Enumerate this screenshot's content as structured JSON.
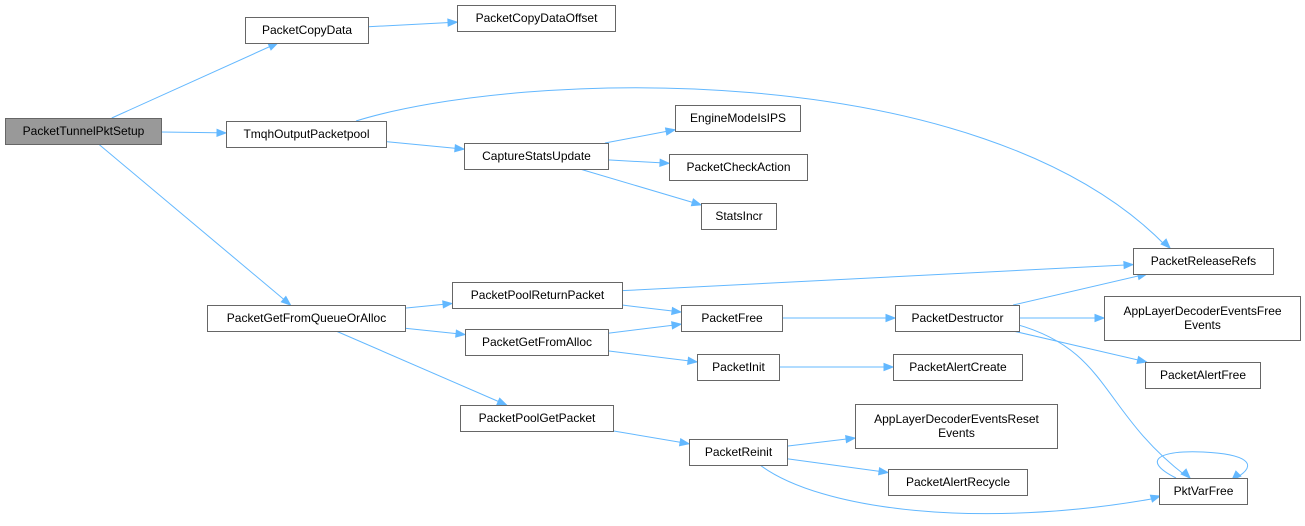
{
  "nodes": [
    {
      "id": "PacketTunnelPktSetup",
      "lines": [
        "PacketTunnelPktSetup"
      ],
      "root": true
    },
    {
      "id": "PacketCopyData",
      "lines": [
        "PacketCopyData"
      ]
    },
    {
      "id": "PacketCopyDataOffset",
      "lines": [
        "PacketCopyDataOffset"
      ]
    },
    {
      "id": "TmqhOutputPacketpool",
      "lines": [
        "TmqhOutputPacketpool"
      ]
    },
    {
      "id": "CaptureStatsUpdate",
      "lines": [
        "CaptureStatsUpdate"
      ]
    },
    {
      "id": "EngineModeIsIPS",
      "lines": [
        "EngineModeIsIPS"
      ]
    },
    {
      "id": "PacketCheckAction",
      "lines": [
        "PacketCheckAction"
      ]
    },
    {
      "id": "StatsIncr",
      "lines": [
        "StatsIncr"
      ]
    },
    {
      "id": "PacketReleaseRefs",
      "lines": [
        "PacketReleaseRefs"
      ]
    },
    {
      "id": "PacketGetFromQueueOrAlloc",
      "lines": [
        "PacketGetFromQueueOrAlloc"
      ]
    },
    {
      "id": "PacketPoolReturnPacket",
      "lines": [
        "PacketPoolReturnPacket"
      ]
    },
    {
      "id": "PacketFree",
      "lines": [
        "PacketFree"
      ]
    },
    {
      "id": "PacketDestructor",
      "lines": [
        "PacketDestructor"
      ]
    },
    {
      "id": "AppLayerDecoderEventsFreeEvents",
      "lines": [
        "AppLayerDecoderEventsFree",
        "Events"
      ]
    },
    {
      "id": "PacketAlertFree",
      "lines": [
        "PacketAlertFree"
      ]
    },
    {
      "id": "PacketGetFromAlloc",
      "lines": [
        "PacketGetFromAlloc"
      ]
    },
    {
      "id": "PacketInit",
      "lines": [
        "PacketInit"
      ]
    },
    {
      "id": "PacketAlertCreate",
      "lines": [
        "PacketAlertCreate"
      ]
    },
    {
      "id": "PacketPoolGetPacket",
      "lines": [
        "PacketPoolGetPacket"
      ]
    },
    {
      "id": "PacketReinit",
      "lines": [
        "PacketReinit"
      ]
    },
    {
      "id": "AppLayerDecoderEventsResetEvents",
      "lines": [
        "AppLayerDecoderEventsReset",
        "Events"
      ]
    },
    {
      "id": "PacketAlertRecycle",
      "lines": [
        "PacketAlertRecycle"
      ]
    },
    {
      "id": "PktVarFree",
      "lines": [
        "PktVarFree"
      ]
    }
  ],
  "edges": [
    [
      "PacketTunnelPktSetup",
      "PacketCopyData"
    ],
    [
      "PacketCopyData",
      "PacketCopyDataOffset"
    ],
    [
      "PacketTunnelPktSetup",
      "TmqhOutputPacketpool"
    ],
    [
      "TmqhOutputPacketpool",
      "CaptureStatsUpdate"
    ],
    [
      "CaptureStatsUpdate",
      "EngineModeIsIPS"
    ],
    [
      "CaptureStatsUpdate",
      "PacketCheckAction"
    ],
    [
      "CaptureStatsUpdate",
      "StatsIncr"
    ],
    [
      "TmqhOutputPacketpool",
      "PacketReleaseRefs"
    ],
    [
      "PacketTunnelPktSetup",
      "PacketGetFromQueueOrAlloc"
    ],
    [
      "PacketGetFromQueueOrAlloc",
      "PacketPoolReturnPacket"
    ],
    [
      "PacketPoolReturnPacket",
      "PacketReleaseRefs"
    ],
    [
      "PacketPoolReturnPacket",
      "PacketFree"
    ],
    [
      "PacketGetFromQueueOrAlloc",
      "PacketGetFromAlloc"
    ],
    [
      "PacketGetFromAlloc",
      "PacketFree"
    ],
    [
      "PacketGetFromAlloc",
      "PacketInit"
    ],
    [
      "PacketFree",
      "PacketDestructor"
    ],
    [
      "PacketDestructor",
      "PacketReleaseRefs"
    ],
    [
      "PacketDestructor",
      "AppLayerDecoderEventsFreeEvents"
    ],
    [
      "PacketDestructor",
      "PacketAlertFree"
    ],
    [
      "PacketDestructor",
      "PktVarFree"
    ],
    [
      "PacketInit",
      "PacketAlertCreate"
    ],
    [
      "PacketGetFromQueueOrAlloc",
      "PacketPoolGetPacket"
    ],
    [
      "PacketPoolGetPacket",
      "PacketReinit"
    ],
    [
      "PacketReinit",
      "AppLayerDecoderEventsResetEvents"
    ],
    [
      "PacketReinit",
      "PacketAlertRecycle"
    ],
    [
      "PacketReinit",
      "PktVarFree"
    ],
    [
      "PktVarFree",
      "PktVarFree"
    ]
  ],
  "colors": {
    "edge": "#63b8ff",
    "node_border": "#666666",
    "root_fill": "#999999",
    "node_fill": "#ffffff"
  }
}
